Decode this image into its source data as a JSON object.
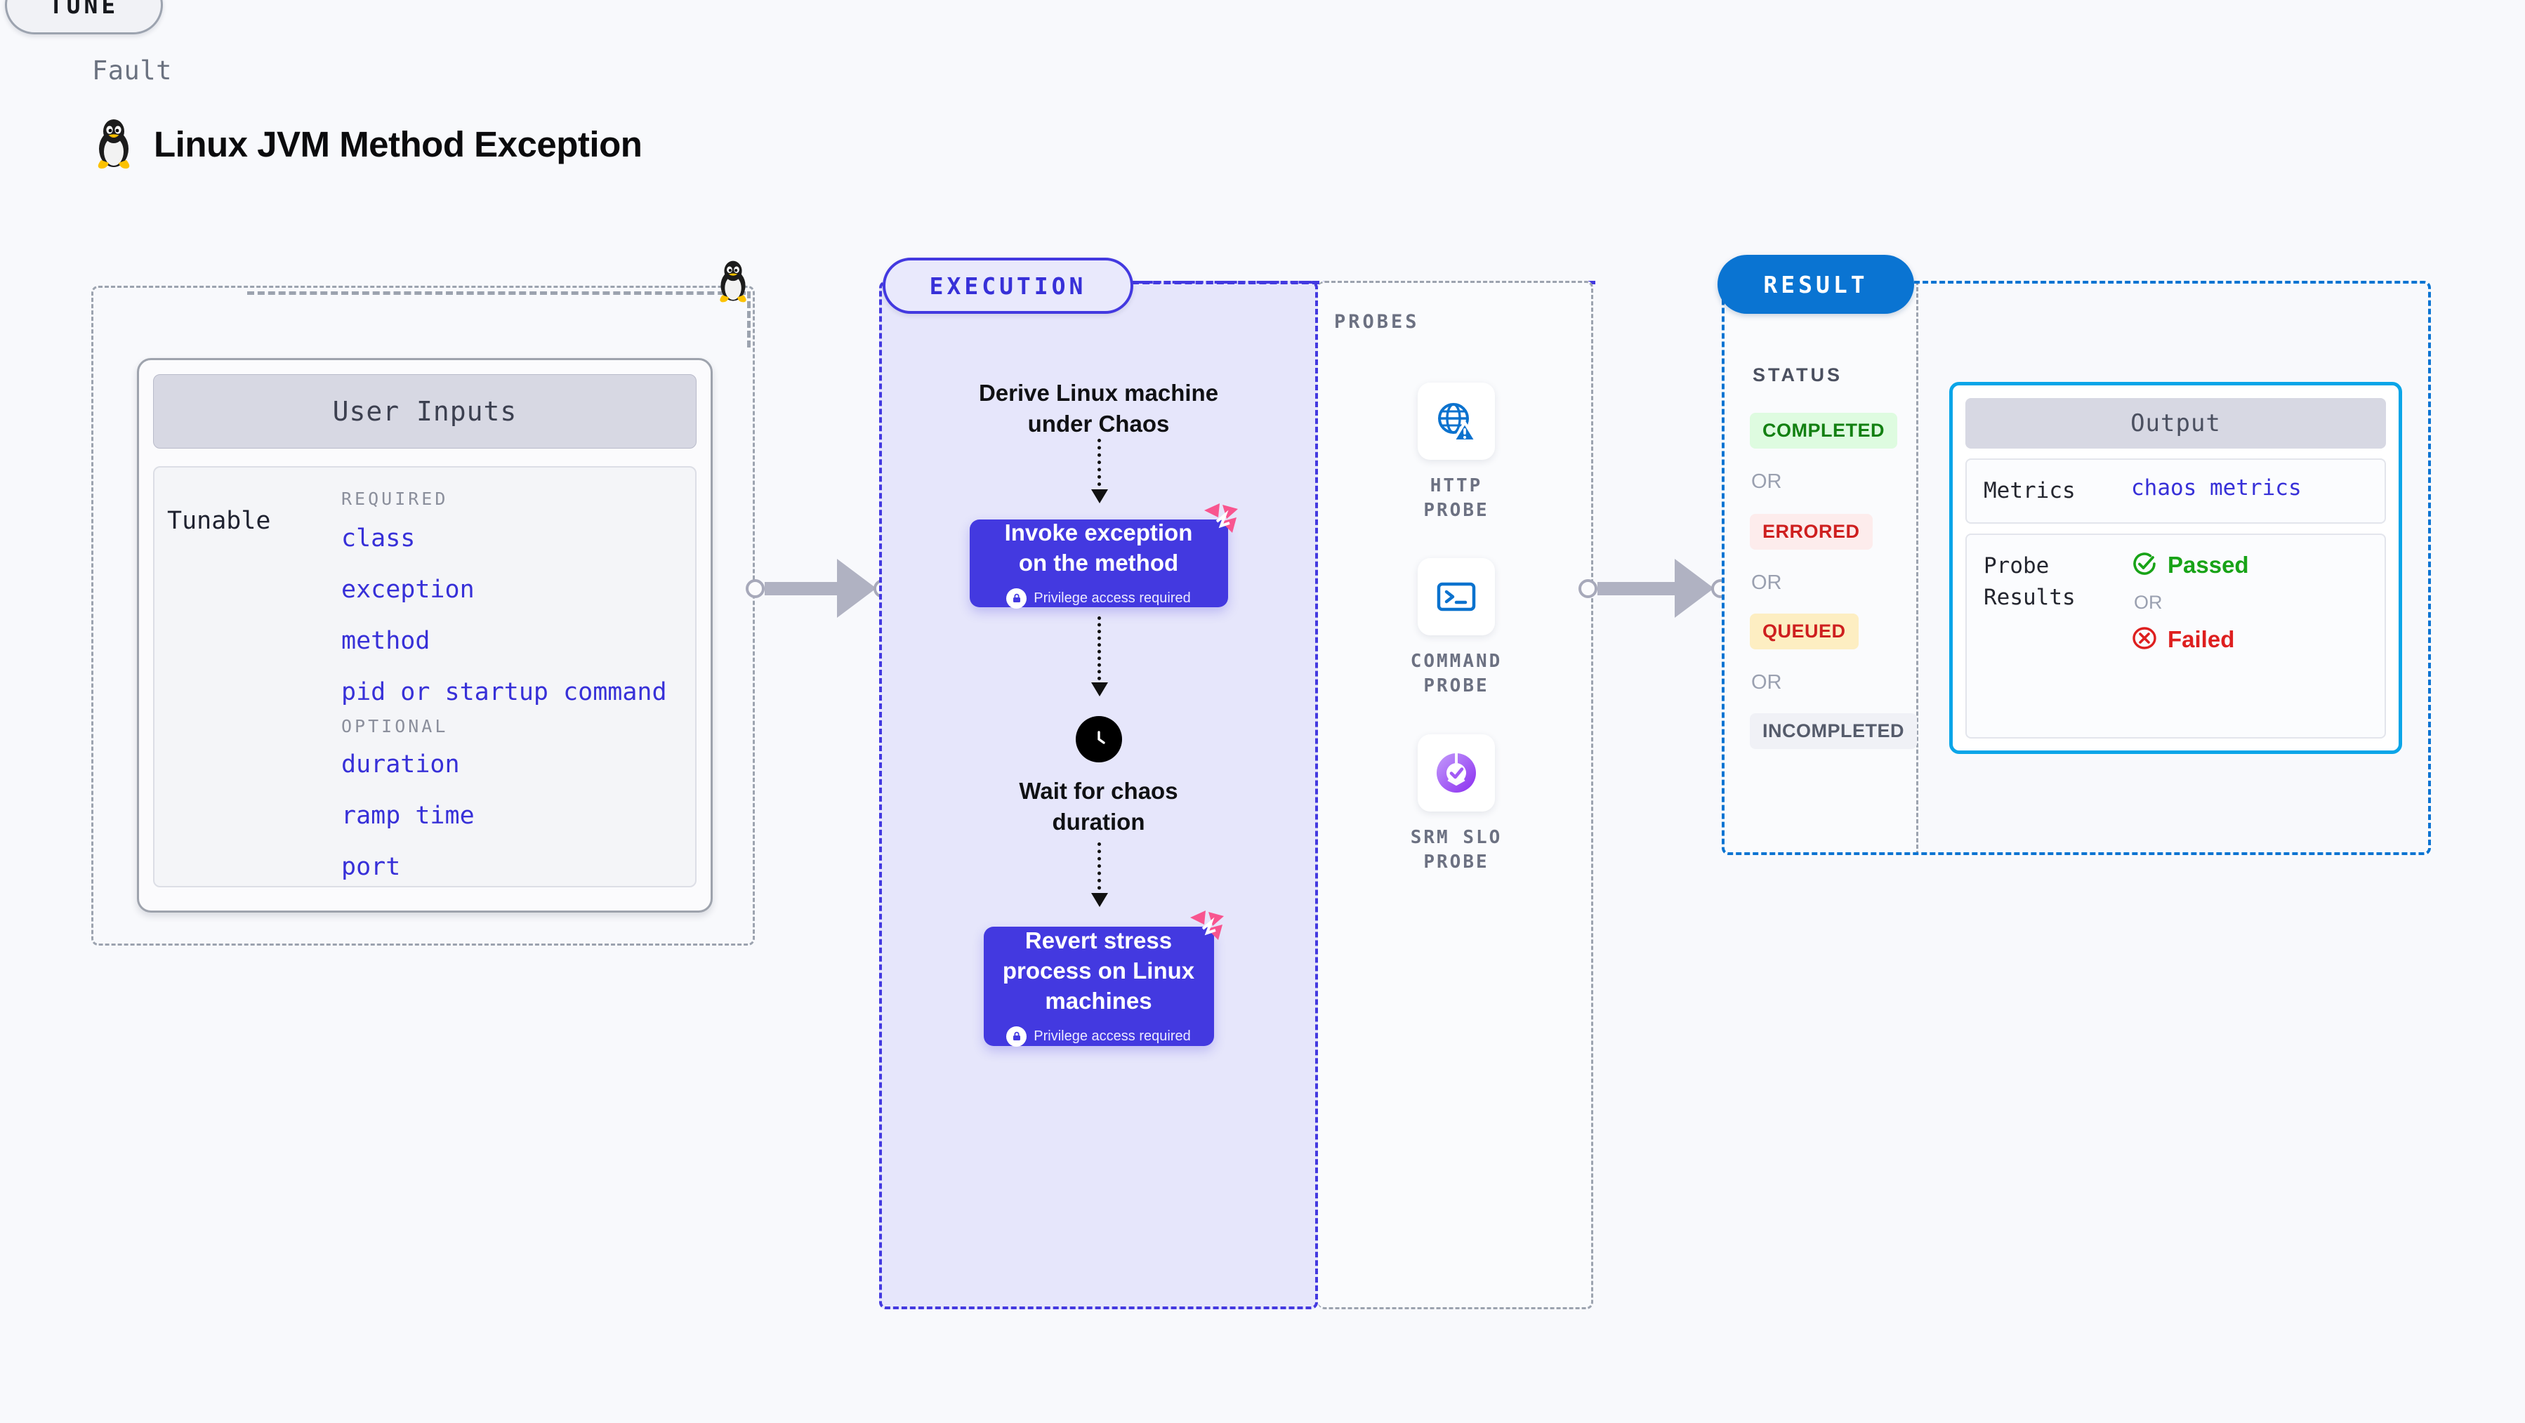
{
  "header": {
    "eyebrow": "Fault",
    "title": "Linux JVM Method Exception",
    "icon": "linux-penguin-icon"
  },
  "tune": {
    "pill_label": "TUNE",
    "icon": "linux-penguin-icon",
    "user_inputs": {
      "header": "User Inputs",
      "row_label": "Tunable",
      "groups": [
        {
          "label": "REQUIRED",
          "items": [
            "class",
            "exception",
            "method",
            "pid or startup command"
          ]
        },
        {
          "label": "OPTIONAL",
          "items": [
            "duration",
            "ramp time",
            "port"
          ]
        }
      ]
    }
  },
  "execution": {
    "pill_label": "EXECUTION",
    "steps": [
      {
        "type": "text",
        "label": "Derive Linux machine\nunder Chaos"
      },
      {
        "type": "card",
        "label": "Invoke exception\non the method",
        "note": "Privilege access required",
        "badge": "harness-logo-icon",
        "lock": "lock-icon"
      },
      {
        "type": "clock",
        "icon": "clock-icon",
        "label": "Wait for chaos\nduration"
      },
      {
        "type": "card",
        "label": "Revert stress\nprocess on Linux\nmachines",
        "note": "Privilege access required",
        "badge": "harness-logo-icon",
        "lock": "lock-icon"
      }
    ]
  },
  "probes": {
    "title": "PROBES",
    "items": [
      {
        "label": "HTTP PROBE",
        "icon": "globe-warning-icon"
      },
      {
        "label": "COMMAND\nPROBE",
        "icon": "terminal-icon"
      },
      {
        "label": "SRM SLO\nPROBE",
        "icon": "slo-donut-check-icon"
      }
    ]
  },
  "result": {
    "pill_label": "RESULT",
    "status_title": "STATUS",
    "or_label": "OR",
    "statuses": [
      {
        "label": "COMPLETED",
        "bg": "#defbe0",
        "fg": "#138012"
      },
      {
        "label": "ERRORED",
        "bg": "#fdecec",
        "fg": "#ce1f1f"
      },
      {
        "label": "QUEUED",
        "bg": "#fdeec2",
        "fg": "#ce1f1f"
      },
      {
        "label": "INCOMPLETED",
        "bg": "#f0f1f6",
        "fg": "#555b6b"
      }
    ],
    "output": {
      "header": "Output",
      "metrics_key": "Metrics",
      "metrics_value": "chaos metrics",
      "probe_results_key": "Probe\nResults",
      "passed_label": "Passed",
      "failed_label": "Failed",
      "or_label": "OR",
      "passed_icon": "check-circle-icon",
      "failed_icon": "x-circle-icon"
    }
  },
  "colors": {
    "background": "#f8f9fc",
    "tune_border": "#9ca3af",
    "execution_accent": "#4339e0",
    "execution_fill": "#e6e6fb",
    "result_accent": "#0a74d2",
    "output_accent": "#0aa5e8",
    "harness_pink": "#f8558f",
    "probe_blue": "#0b72ce",
    "slo_purple": "#a35cf5",
    "field_blue": "#3730d8",
    "passed_green": "#18a317",
    "failed_red": "#de1f1f"
  }
}
